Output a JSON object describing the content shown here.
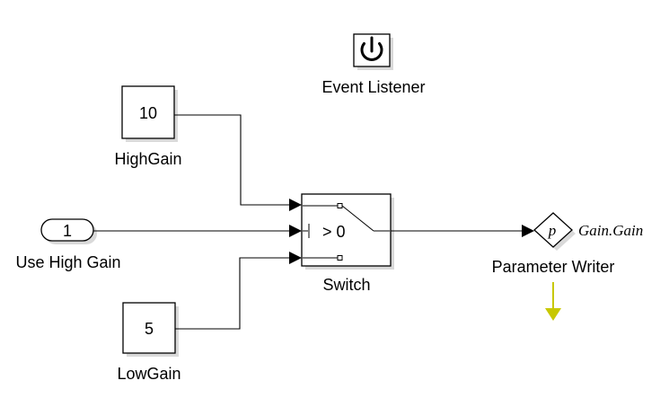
{
  "blocks": {
    "event_listener": {
      "label": "Event Listener",
      "icon": "power-icon"
    },
    "high_gain": {
      "value": "10",
      "label": "HighGain"
    },
    "low_gain": {
      "value": "5",
      "label": "LowGain"
    },
    "inport": {
      "value": "1",
      "label": "Use High Gain"
    },
    "switch": {
      "criterion": "> 0",
      "label": "Switch"
    },
    "parameter_writer": {
      "symbol": "p",
      "label": "Parameter Writer",
      "target": "Gain.Gain"
    }
  },
  "colors": {
    "event_arrow": "#c8c800",
    "shadow": "#d9d9d9"
  }
}
